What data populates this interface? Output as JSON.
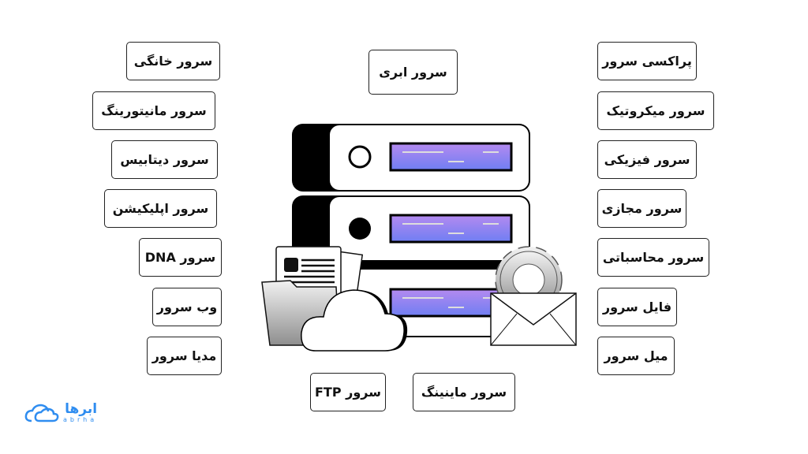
{
  "center_label": "سرور ابری",
  "left_items": [
    "سرور خانگی",
    "سرور مانیتورینگ",
    "سرور دیتابیس",
    "سرور اپلیکیشن",
    "سرور DNA",
    "وب سرور",
    "مدیا سرور"
  ],
  "right_items": [
    "پراکسی سرور",
    "سرور میکروتیک",
    "سرور فیزیکی",
    "سرور مجازی",
    "سرور محاسباتی",
    "فایل سرور",
    "میل سرور"
  ],
  "bottom_items": [
    "سرور FTP",
    "سرور ماینینگ"
  ],
  "logo": {
    "fa": "ابرها",
    "en": "abrha"
  },
  "colors": {
    "accent": "#2f8df0",
    "screen_top": "#b48af0",
    "screen_bottom": "#6f7ef2"
  }
}
